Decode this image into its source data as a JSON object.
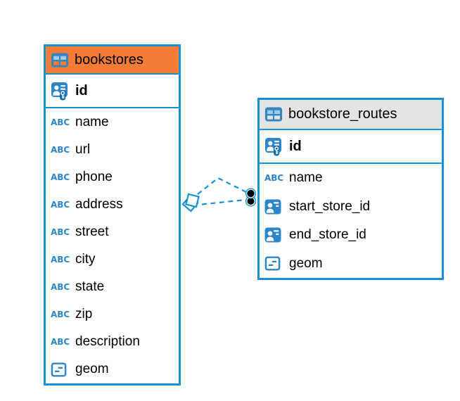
{
  "colors": {
    "table_border_blue": "#1791D3",
    "icon_blue": "#2E86C8",
    "bookstores_header_orange": "#F47C36",
    "routes_header_gray": "#E4E4E4",
    "text": "#000000",
    "connector_dot_black": "#000000",
    "background": "#FFFFFF"
  },
  "icons": {
    "abc_text": "ABC"
  },
  "tables": [
    {
      "name": "bookstores",
      "icon": "table-icon",
      "header_color": "#F47C36",
      "primary_key": {
        "label": "id",
        "icon": "person-key-icon"
      },
      "columns": [
        {
          "label": "name",
          "icon": "abc-icon"
        },
        {
          "label": "url",
          "icon": "abc-icon"
        },
        {
          "label": "phone",
          "icon": "abc-icon"
        },
        {
          "label": "address",
          "icon": "abc-icon"
        },
        {
          "label": "street",
          "icon": "abc-icon"
        },
        {
          "label": "city",
          "icon": "abc-icon"
        },
        {
          "label": "state",
          "icon": "abc-icon"
        },
        {
          "label": "zip",
          "icon": "abc-icon"
        },
        {
          "label": "description",
          "icon": "abc-icon"
        },
        {
          "label": "geom",
          "icon": "geometry-icon"
        }
      ]
    },
    {
      "name": "bookstore_routes",
      "icon": "table-icon",
      "header_color": "#E4E4E4",
      "primary_key": {
        "label": "id",
        "icon": "person-key-icon"
      },
      "columns": [
        {
          "label": "name",
          "icon": "abc-icon"
        },
        {
          "label": "start_store_id",
          "icon": "person-ref-icon"
        },
        {
          "label": "end_store_id",
          "icon": "person-ref-icon"
        },
        {
          "label": "geom",
          "icon": "geometry-icon"
        }
      ]
    }
  ],
  "relationship": {
    "between": [
      "bookstores",
      "bookstore_routes"
    ],
    "line_style": "dashed",
    "line_count": 2,
    "left_end_marker": "stacked-diamonds",
    "right_end_marker": "stacked-black-dots"
  }
}
